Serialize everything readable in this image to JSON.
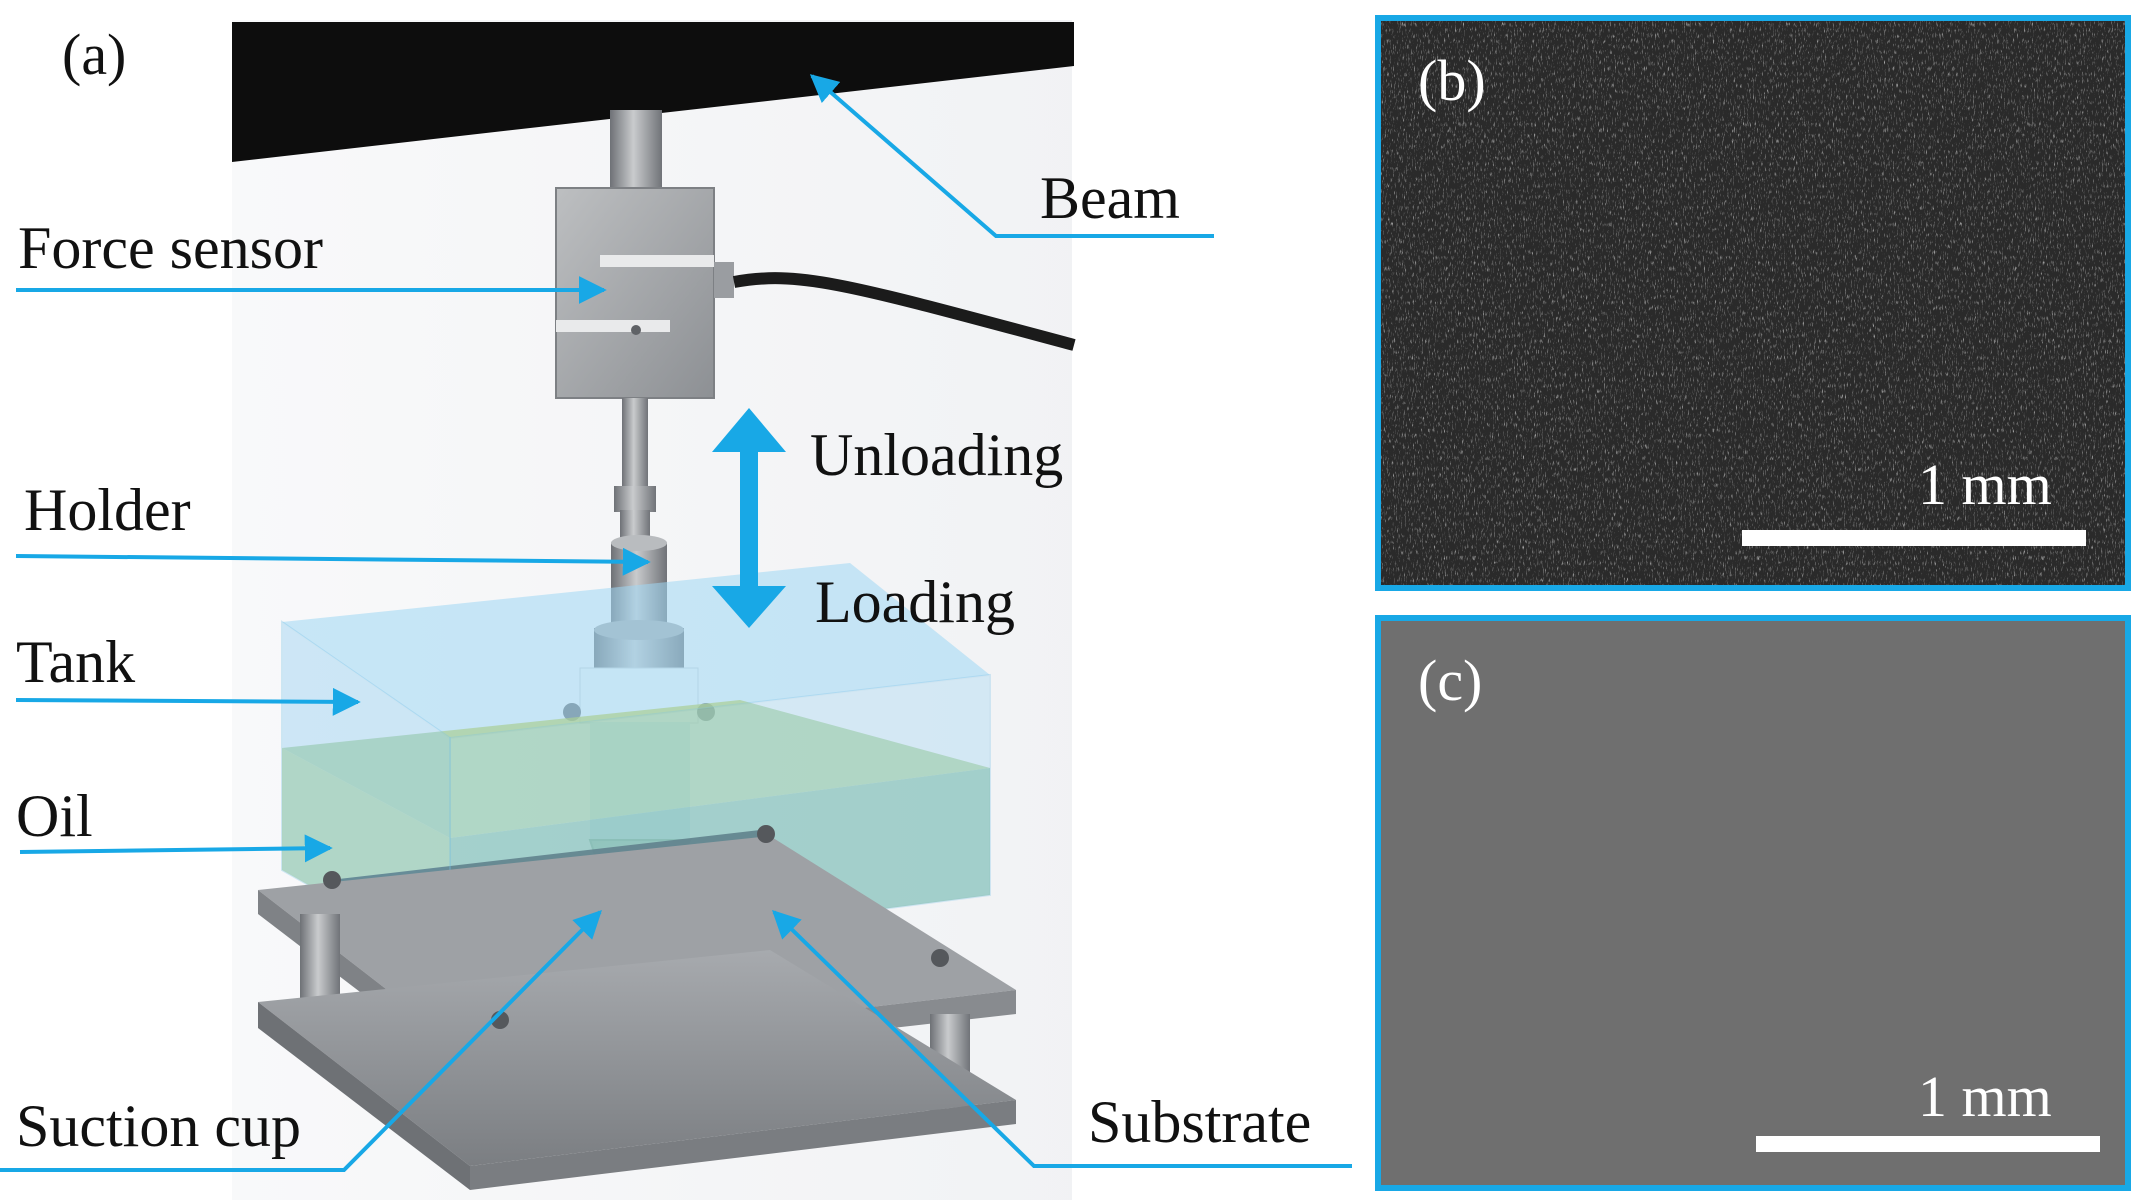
{
  "panels": {
    "a": "(a)",
    "b": "(b)",
    "c": "(c)"
  },
  "labels": {
    "beam": "Beam",
    "force_sensor": "Force sensor",
    "holder": "Holder",
    "tank": "Tank",
    "oil": "Oil",
    "suction_cup": "Suction cup",
    "substrate": "Substrate",
    "unloading": "Unloading",
    "loading": "Loading"
  },
  "scale_bars": {
    "b": "1 mm",
    "c": "1 mm"
  },
  "colors": {
    "accent": "#18A8E6",
    "beam": "#0d0d0d",
    "tank_water": "#8FD0F2",
    "oil": "#9FC79A",
    "metal": "#8f9296",
    "micrograph_b": "#2a2a2a",
    "micrograph_c": "#6f6f6f"
  }
}
